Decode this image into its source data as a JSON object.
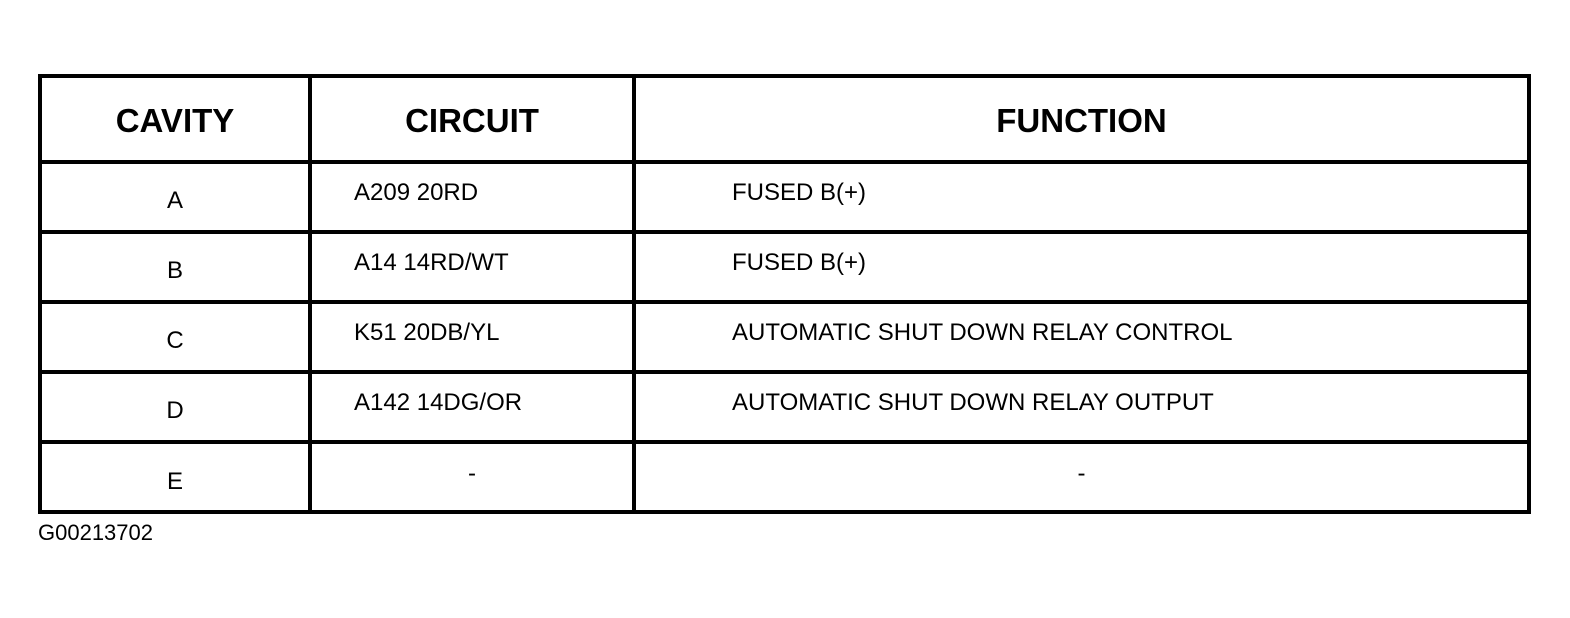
{
  "table": {
    "headers": [
      "CAVITY",
      "CIRCUIT",
      "FUNCTION"
    ],
    "rows": [
      {
        "cavity": "A",
        "circuit": "A209 20RD",
        "function": "FUSED B(+)"
      },
      {
        "cavity": "B",
        "circuit": "A14 14RD/WT",
        "function": "FUSED B(+)"
      },
      {
        "cavity": "C",
        "circuit": "K51 20DB/YL",
        "function": "AUTOMATIC SHUT DOWN RELAY CONTROL"
      },
      {
        "cavity": "D",
        "circuit": "A142 14DG/OR",
        "function": "AUTOMATIC SHUT DOWN RELAY OUTPUT"
      },
      {
        "cavity": "E",
        "circuit": "-",
        "function": "-"
      }
    ]
  },
  "figure_id": "G00213702"
}
